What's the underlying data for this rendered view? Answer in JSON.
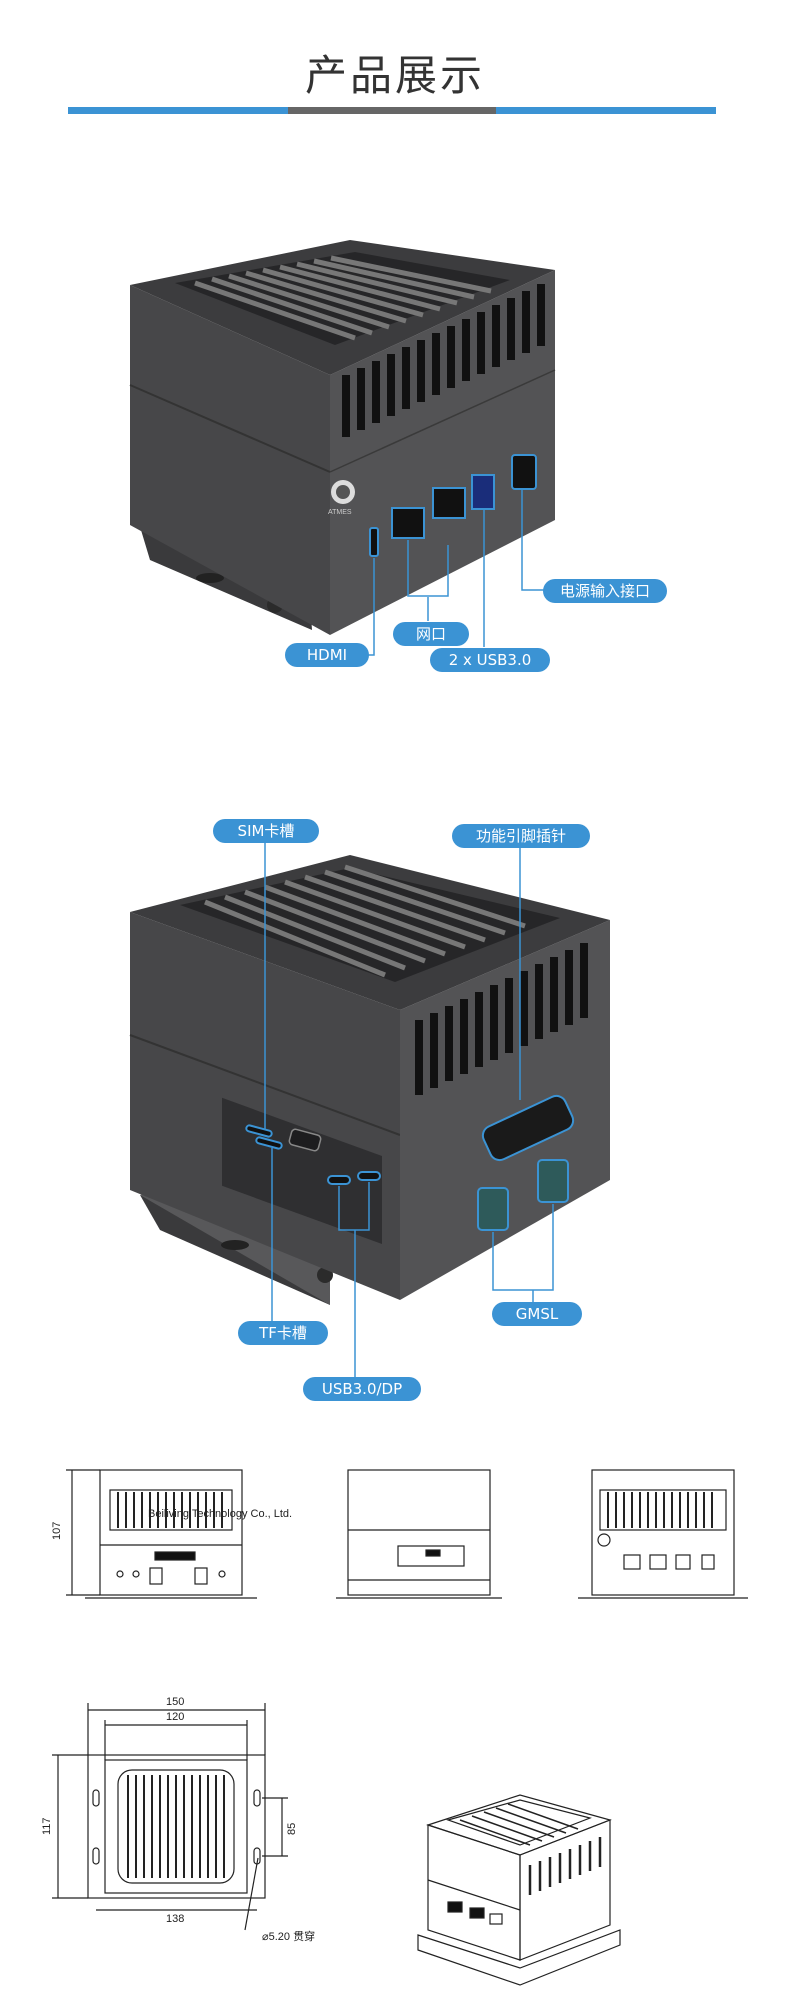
{
  "header": {
    "title": "产品展示"
  },
  "colors": {
    "accent": "#3b93d4",
    "line_gray": "#666666",
    "body_dark": "#4a4a4c"
  },
  "view1": {
    "logo_text": "ATMES",
    "callouts": {
      "power": "电源输入接口",
      "lan": "网口",
      "hdmi": "HDMI",
      "usb": "2 x USB3.0"
    }
  },
  "view2": {
    "callouts": {
      "sim": "SIM卡槽",
      "pins": "功能引脚插针",
      "tf": "TF卡槽",
      "usbdp": "USB3.0/DP",
      "gmsl": "GMSL"
    }
  },
  "drawings": {
    "front_height": "107",
    "width_outer": "150",
    "width_inner": "120",
    "width_bottom": "138",
    "depth": "117",
    "hole_spacing": "85",
    "hole_note": "⌀5.20 贯穿",
    "company_label": "Beiliving Technology Co., Ltd."
  }
}
